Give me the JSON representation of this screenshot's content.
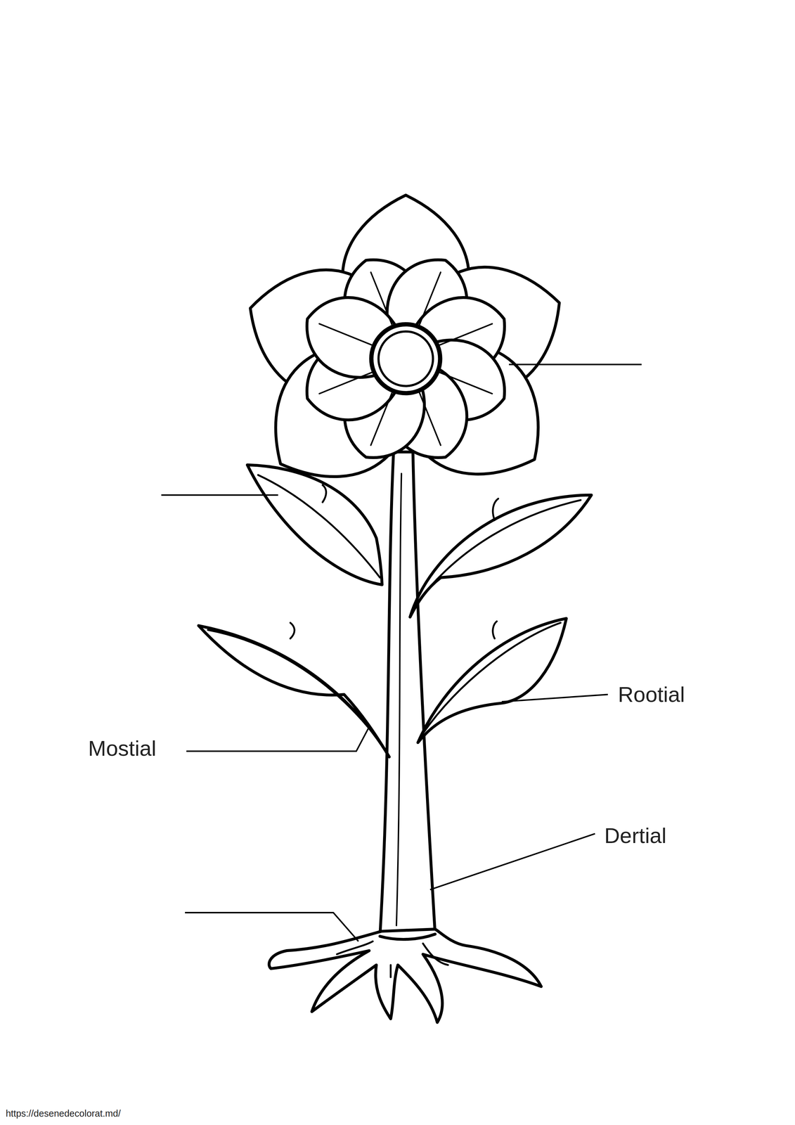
{
  "diagram": {
    "labels": [
      "Rootial",
      "Mostial",
      "Dertial",
      "https://desenedecolorat.md/"
    ]
  }
}
